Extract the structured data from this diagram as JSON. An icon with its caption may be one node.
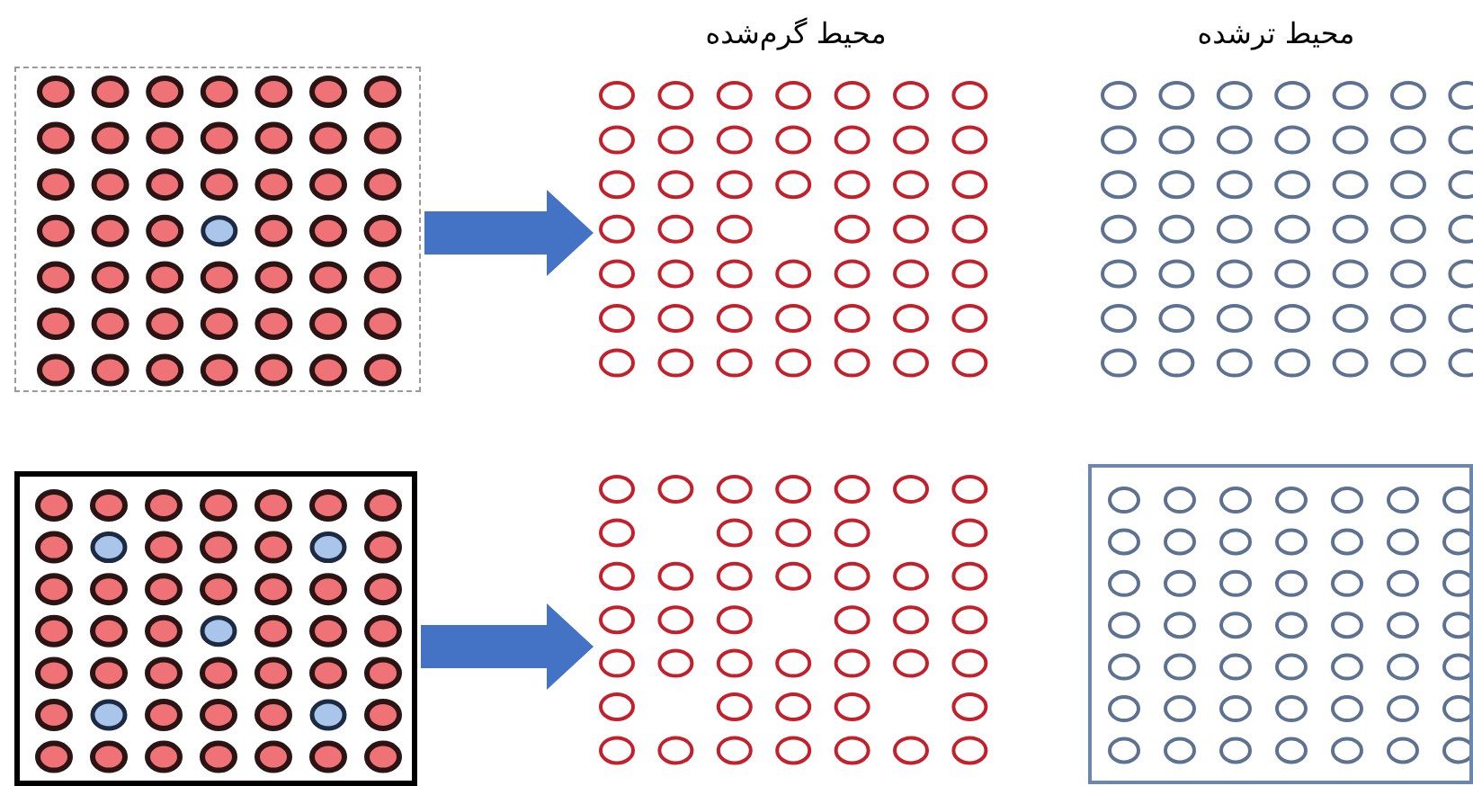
{
  "diagram": {
    "nodes": [
      {
        "text": [],
        "shape": "picture"
      },
      {
        "text": [
          "محیط گرم‌شده"
        ]
      },
      {
        "text": [
          "محیط ترشده"
        ]
      },
      {
        "text": [],
        "shape": "picture"
      },
      {
        "text": [],
        "shape": "picture"
      },
      {
        "text": [],
        "shape": "picture"
      }
    ],
    "edges": [
      {
        "from": 0,
        "to": 1,
        "arrow": "to"
      },
      {
        "from": 3,
        "to": 4,
        "arrow": "to"
      }
    ]
  }
}
